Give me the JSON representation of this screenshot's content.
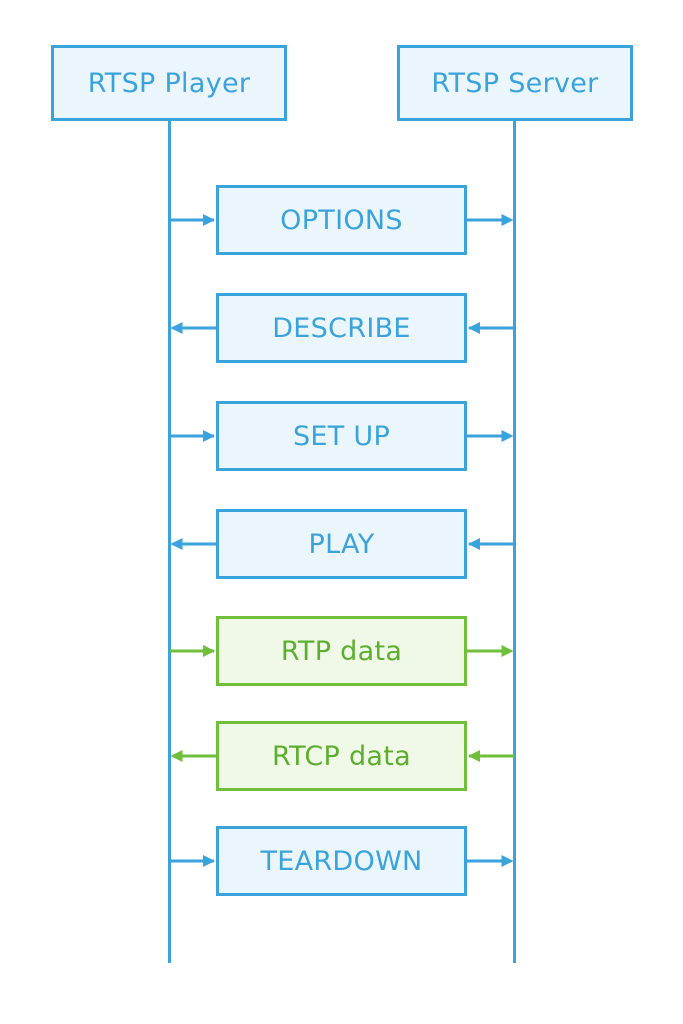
{
  "colors": {
    "blue": "#3aa3dc",
    "blue_fill": "#ebf6fc",
    "green": "#6fbf3a",
    "green_text": "#5caf2e",
    "green_fill": "#f0f9e8",
    "background": "#ffffff"
  },
  "participants": {
    "left": "RTSP Player",
    "right": "RTSP Server"
  },
  "messages": [
    {
      "label": "OPTIONS",
      "direction": "to-server",
      "kind": "control"
    },
    {
      "label": "DESCRIBE",
      "direction": "to-player",
      "kind": "control"
    },
    {
      "label": "SET UP",
      "direction": "to-server",
      "kind": "control"
    },
    {
      "label": "PLAY",
      "direction": "to-player",
      "kind": "control"
    },
    {
      "label": "RTP data",
      "direction": "to-server",
      "kind": "data"
    },
    {
      "label": "RTCP data",
      "direction": "to-player",
      "kind": "data"
    },
    {
      "label": "TEARDOWN",
      "direction": "to-server",
      "kind": "control"
    }
  ]
}
